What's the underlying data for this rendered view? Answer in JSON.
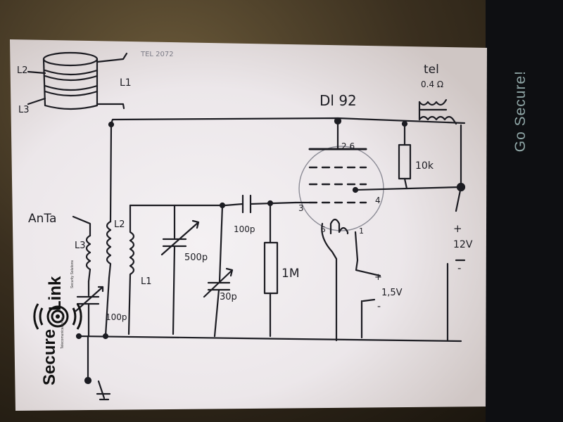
{
  "schematic": {
    "tube_label": "Dl 92",
    "phones_label": "tel",
    "phones_value": "0.4 Ω",
    "antenna_label": "AnTa",
    "coil_labels": {
      "l1_top": "L1",
      "l2_top": "L2",
      "l3_top": "L3",
      "l1": "L1",
      "l2": "L2",
      "l3": "L3"
    },
    "pin_labels": {
      "p26": "2,6",
      "p3": "3",
      "p4": "4",
      "p5": "5",
      "p1": "1"
    },
    "components": {
      "r_plate": "10k",
      "r_grid": "1M",
      "c_coupling": "100p",
      "c_tune_main": "500p",
      "c_tune_trim": "30p",
      "c_antenna": "100p"
    },
    "supplies": {
      "battery_high": "12V",
      "battery_low": "1,5V",
      "plus": "+",
      "minus": "-"
    },
    "coil_sketch_note": "TEL 2072"
  },
  "logo": {
    "brand_top": "Link",
    "brand_bottom": "Secure",
    "tagline": "Security Solutions",
    "tagline2": "Telecomunicaciones"
  },
  "frame": {
    "slogan": "Go Secure!"
  }
}
